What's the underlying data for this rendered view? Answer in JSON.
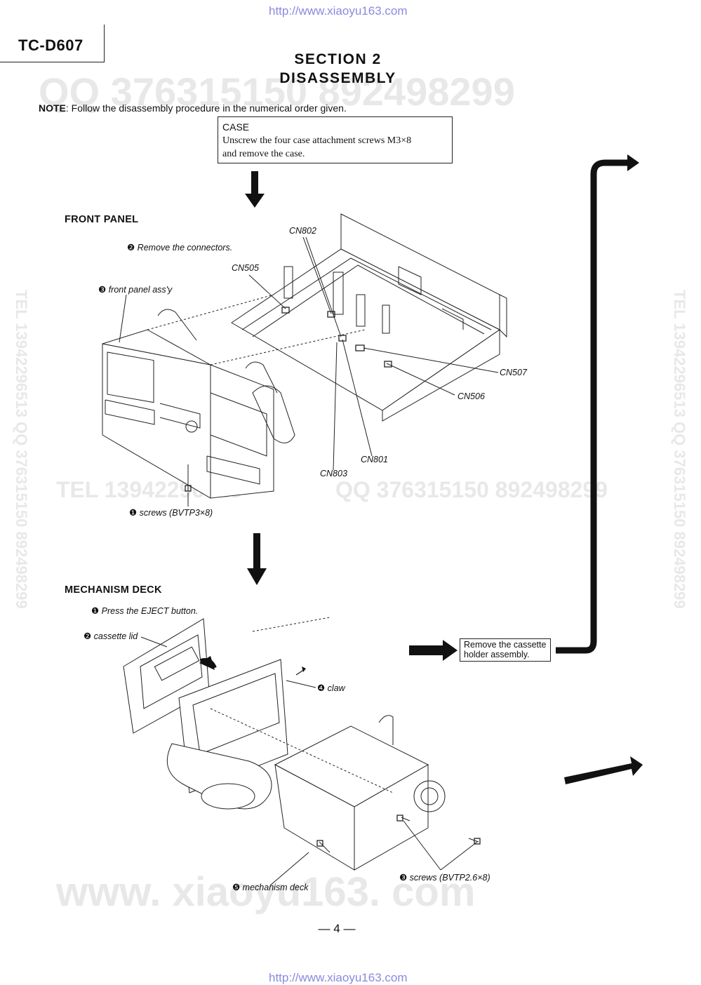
{
  "watermarks": {
    "url_top": "http://www.xiaoyu163.com",
    "url_bottom": "http://www.xiaoyu163.com",
    "qq_top": "QQ 376315150   892498299",
    "tel_mid": "TEL 13942296513",
    "qq_mid": "QQ 376315150  892498299",
    "side_left": "TEL 13942296513  QQ 376315150  892498299",
    "side_right": "TEL 13942296513  QQ 376315150  892498299",
    "www_bottom": "www. xiaoyu163. com"
  },
  "header": {
    "model": "TC-D607",
    "section_line1": "SECTION 2",
    "section_line2": "DISASSEMBLY"
  },
  "note": {
    "label": "NOTE",
    "text": ": Follow the disassembly procedure in the numerical order given."
  },
  "case": {
    "title": "CASE",
    "line1": "Unscrew the four case attachment screws M3×8",
    "line2": "and remove the case."
  },
  "front_panel": {
    "heading": "FRONT PANEL",
    "step2": "❷ Remove the connectors.",
    "step3": "❸ front panel ass'y",
    "step1": "❶ screws (BVTP3×8)",
    "connectors": {
      "cn802": "CN802",
      "cn505": "CN505",
      "cn507": "CN507",
      "cn506": "CN506",
      "cn801": "CN801",
      "cn803": "CN803"
    }
  },
  "mechanism_deck": {
    "heading": "MECHANISM DECK",
    "step1": "❶ Press the EJECT button.",
    "step2": "❷ cassette lid",
    "step3": "❸ screws (BVTP2.6×8)",
    "step4": "❹ claw",
    "step5": "❺ mechanism deck",
    "next_step_line1": "Remove the cassette",
    "next_step_line2": "holder assembly."
  },
  "page_number": "— 4 —"
}
